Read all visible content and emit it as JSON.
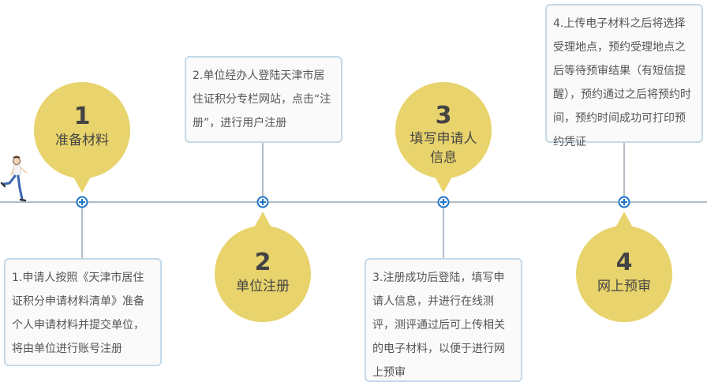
{
  "colors": {
    "bubble": "#e8d36c",
    "timeline": "#9aa7b3",
    "node": "#1a73c8",
    "box_border": "#c5d9e8",
    "box_bg": "#fafafa",
    "text": "#555555"
  },
  "steps": [
    {
      "number": "1",
      "title": "准备材料",
      "desc": "1.申请人按照《天津市居住证积分申请材料清单》准备个人申请材料并提交单位，将由单位进行账号注册"
    },
    {
      "number": "2",
      "title": "单位注册",
      "desc": "2.单位经办人登陆天津市居住证积分专栏网站，点击“注册”，进行用户注册"
    },
    {
      "number": "3",
      "title": "填写申请人\n信息",
      "desc": "3.注册成功后登陆，填写申请人信息，并进行在线测评，测评通过后可上传相关的电子材料，以便于进行网上预审"
    },
    {
      "number": "4",
      "title": "网上预审",
      "desc": "4.上传电子材料之后将选择受理地点，预约受理地点之后等待预审结果（有短信提醒），预约通过之后将预约时间，预约时间成功可打印预约凭证"
    }
  ]
}
